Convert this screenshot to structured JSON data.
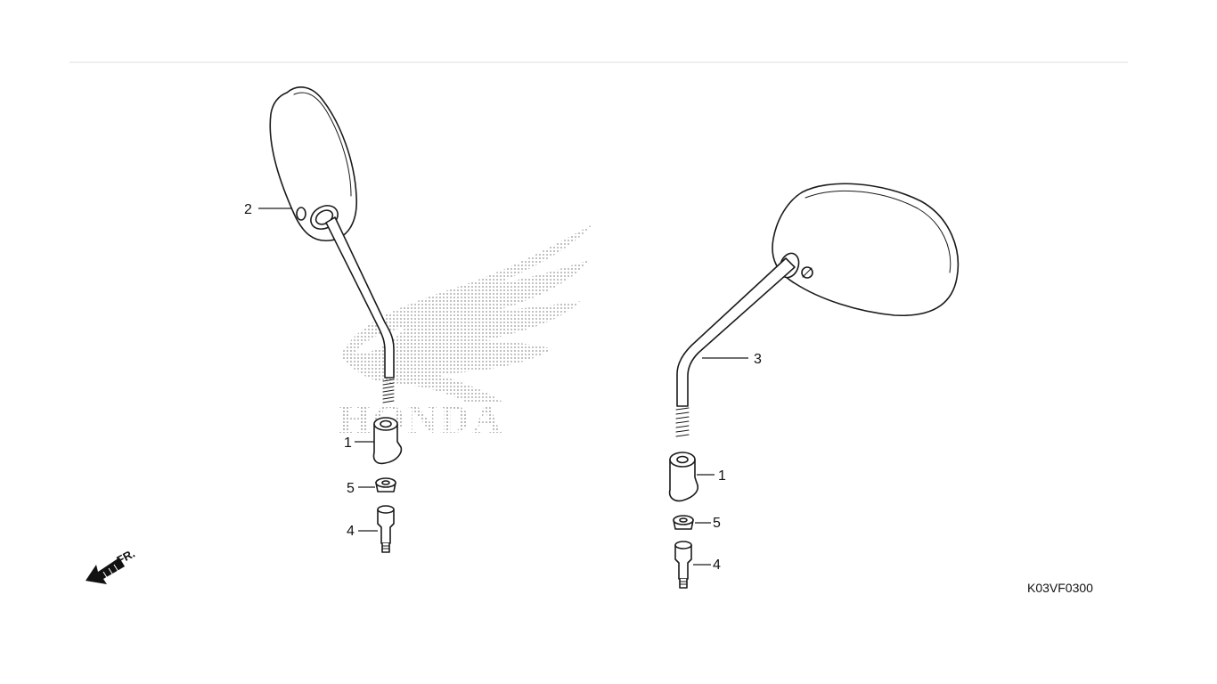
{
  "watermark": {
    "brand": "HONDA"
  },
  "direction_marker": {
    "label": "FR."
  },
  "diagram_code": "K03VF0300",
  "colors": {
    "line": "#1a1a1a",
    "watermark": "#8a8a8a",
    "rule": "#dcdcdc"
  },
  "callouts": {
    "left_mirror": {
      "mirror": "2",
      "adapter": "1",
      "nut": "5",
      "bolt": "4"
    },
    "right_mirror": {
      "stem": "3",
      "adapter": "1",
      "nut": "5",
      "bolt": "4"
    }
  }
}
